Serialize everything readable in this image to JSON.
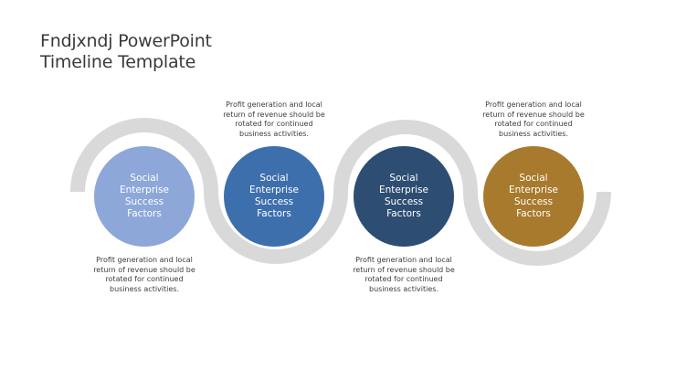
{
  "slide": {
    "title_line1": "Fndjxndj PowerPoint",
    "title_line2": "Timeline Template"
  },
  "colors": {
    "track": "#d9d9d9",
    "step1": "#8ea7d9",
    "step2": "#3d6fad",
    "step3": "#2e4d72",
    "step4": "#a87a2e"
  },
  "steps": [
    {
      "label": "Social\nEnterprise\nSuccess\nFactors",
      "description": "Profit generation and local\nreturn of revenue should be\nrotated for continued\nbusiness activities."
    },
    {
      "label": "Social\nEnterprise\nSuccess\nFactors",
      "description": "Profit generation and local\nreturn of revenue should be\nrotated for continued\nbusiness activities."
    },
    {
      "label": "Social\nEnterprise\nSuccess\nFactors",
      "description": "Profit generation and local\nreturn of revenue should be\nrotated for continued\nbusiness activities."
    },
    {
      "label": "Social\nEnterprise\nSuccess\nFactors",
      "description": "Profit generation and local\nreturn of revenue should be\nrotated for continued\nbusiness activities."
    }
  ]
}
